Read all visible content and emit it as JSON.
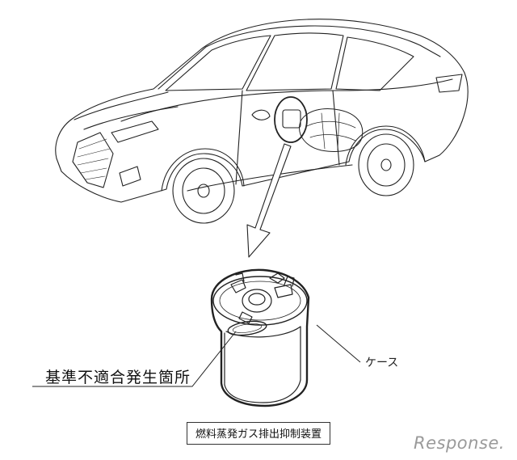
{
  "labels": {
    "defect_location": "基準不適合発生箇所",
    "case": "ケース",
    "caption": "燃料蒸発ガス排出抑制装置"
  },
  "watermark": {
    "text": "Response."
  },
  "icons": [
    "car-illustration",
    "canister-illustration",
    "magnify-arrow"
  ],
  "colors": {
    "line": "#111111",
    "background": "#ffffff",
    "watermark": "#9a9a9a"
  }
}
